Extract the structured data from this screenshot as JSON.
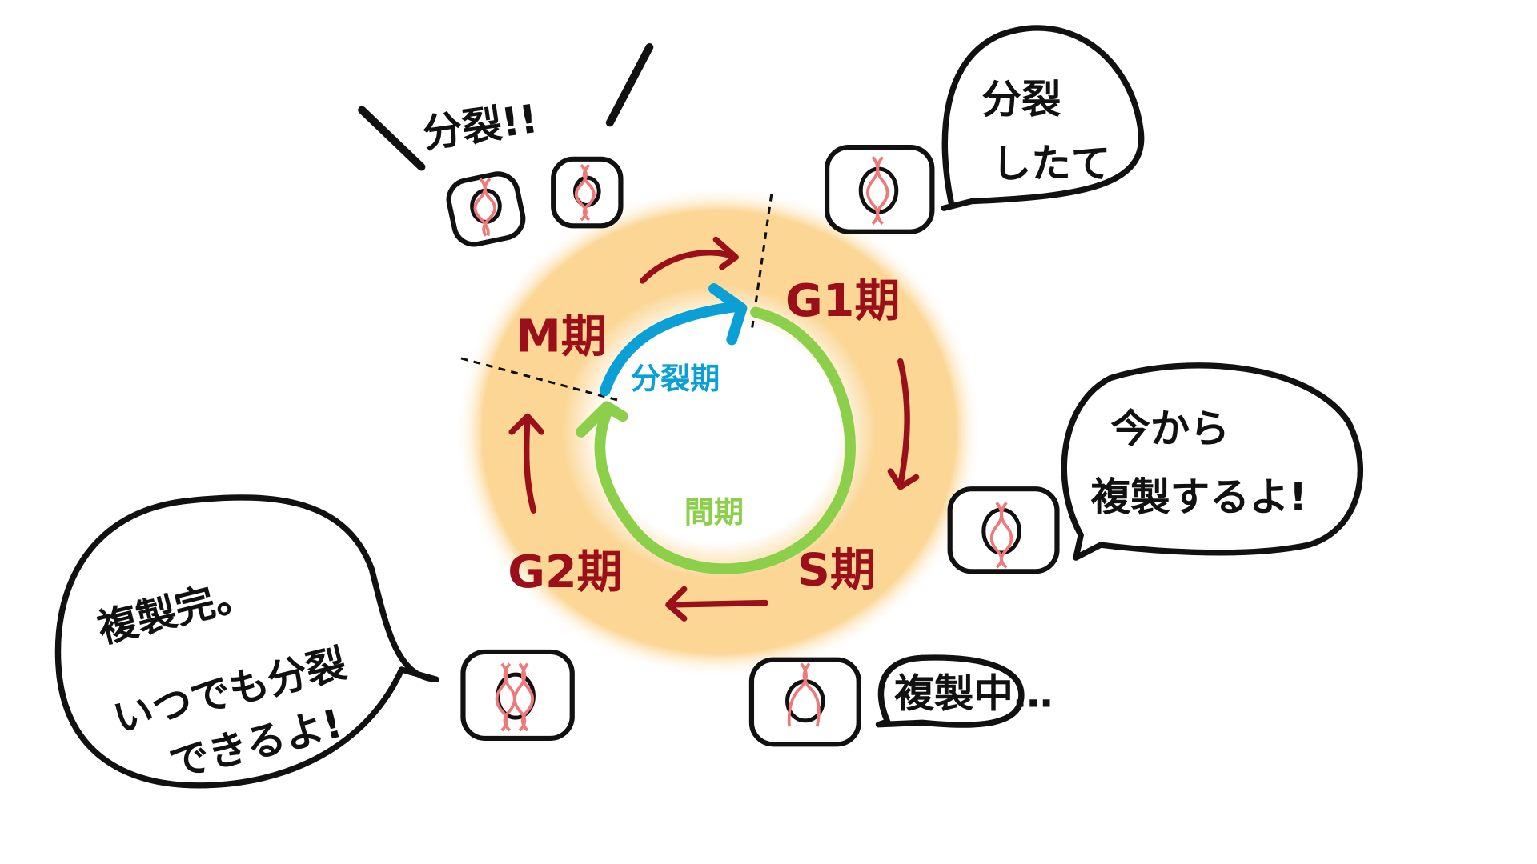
{
  "colors": {
    "phase_label": "#9b0f1a",
    "arrow": "#9b0f1a",
    "mitosis_arc": "#0aa0d6",
    "interphase_arc": "#8ccf4a",
    "halo": "#fbd694",
    "chromosome": "#f07878",
    "outline": "#111111"
  },
  "phases": {
    "m": "M期",
    "g1": "G1期",
    "s": "S期",
    "g2": "G2期"
  },
  "inner_labels": {
    "mitosis": "分裂期",
    "interphase": "間期"
  },
  "bubbles": {
    "division_shout": "分裂!!",
    "just_divided": [
      "分裂",
      "したて"
    ],
    "start_replication": [
      "今から",
      "複製するよ!"
    ],
    "replicating": "複製中…",
    "replication_done": [
      "複製完。",
      "いつでも分裂",
      "できるよ!"
    ]
  },
  "icons": [
    "cell-icon",
    "chromosome-icon",
    "cycle-arrow-icon"
  ]
}
